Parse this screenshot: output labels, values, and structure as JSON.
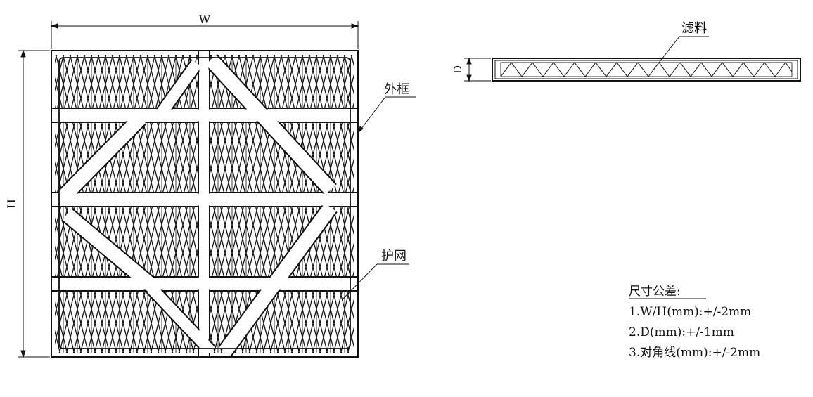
{
  "front_view": {
    "dim_width_label": "W",
    "dim_height_label": "H",
    "callout_frame": "外框",
    "callout_mesh": "护网"
  },
  "side_view": {
    "dim_depth_label": "D",
    "callout_media": "滤料"
  },
  "tolerance_notes": {
    "title": "尺寸公差:",
    "lines": [
      "1.W/H(mm):+/-2mm",
      "2.D(mm):+/-1mm",
      "3.对角线(mm):+/-2mm"
    ]
  }
}
